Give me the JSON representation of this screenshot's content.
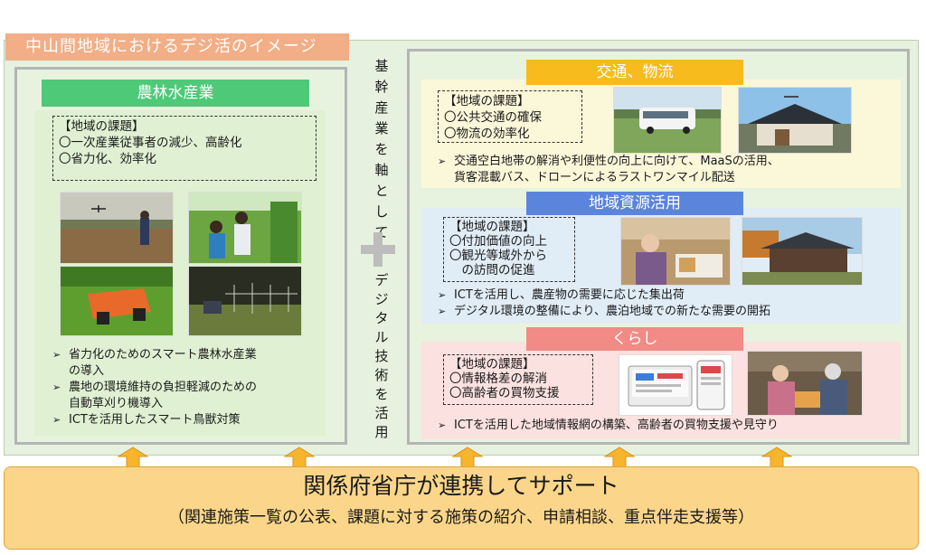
{
  "title": "中山間地域におけるデジ活のイメージ",
  "left": {
    "header": "農林水産業",
    "issues_title": "【地域の課題】",
    "issues": [
      "〇一次産業従事者の減少、高齢化",
      "〇省力化、効率化"
    ],
    "bullets": [
      [
        "省力化のためのスマート農林水産業",
        "の導入"
      ],
      [
        "農地の環境維持の負担軽減のための",
        "自動草刈り機導入"
      ],
      [
        "ICTを活用したスマート鳥獣対策"
      ]
    ]
  },
  "middle": {
    "top_chars": [
      "基",
      "幹",
      "産",
      "業",
      "を",
      "軸",
      "と",
      "し",
      "て"
    ],
    "bottom_chars": [
      "デ",
      "ジ",
      "タ",
      "ル",
      "技",
      "術",
      "を",
      "活",
      "用"
    ]
  },
  "transport": {
    "header": "交通、物流",
    "issues_title": "【地域の課題】",
    "issues": [
      "〇公共交通の確保",
      "〇物流の効率化"
    ],
    "bullets": [
      [
        "交通空白地帯の解消や利便性の向上に向けて、MaaSの活用、",
        "貨客混載バス、ドローンによるラストワンマイル配送"
      ]
    ]
  },
  "resources": {
    "header": "地域資源活用",
    "issues_title": "【地域の課題】",
    "issues": [
      "〇付加価値の向上",
      "〇観光等域外から",
      "　の訪問の促進"
    ],
    "bullets": [
      [
        "ICTを活用し、農産物の需要に応じた集出荷"
      ],
      [
        "デジタル環境の整備により、農泊地域での新たな需要の開拓"
      ]
    ]
  },
  "life": {
    "header": "くらし",
    "issues_title": "【地域の課題】",
    "issues": [
      "〇情報格差の解消",
      "〇高齢者の買物支援"
    ],
    "bullets": [
      [
        "ICTを活用した地域情報網の構築、高齢者の買物支援や見守り"
      ]
    ]
  },
  "bottom": {
    "main": "関係府省庁が連携してサポート",
    "sub": "（関連施策一覧の公表、課題に対する施策の紹介、申請相談、重点伴走支援等）"
  },
  "colors": {
    "title_bg": "#f2ae86",
    "left_header": "#4ec978",
    "transport_header": "#f7bb1e",
    "resources_header": "#5b84dc",
    "life_header": "#f28a86",
    "arrow": "#f7b52c",
    "banner": "#fbd68a"
  },
  "icons": [
    "plus-icon",
    "up-arrow-icon"
  ]
}
